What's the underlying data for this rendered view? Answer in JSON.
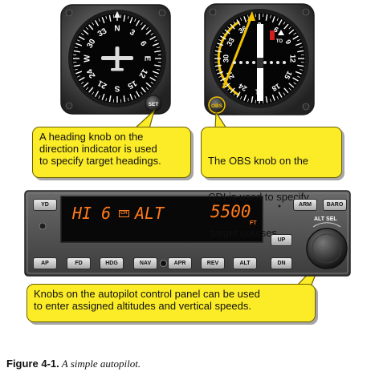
{
  "heading_indicator": {
    "cardinal_labels": [
      "N",
      "3",
      "6",
      "E",
      "12",
      "15",
      "S",
      "21",
      "24",
      "W",
      "30",
      "33"
    ],
    "set_knob_label": "SET"
  },
  "cdi": {
    "scale_labels": [
      "36",
      "3",
      "6",
      "9",
      "12",
      "15",
      "18",
      "21",
      "24",
      "27",
      "30",
      "33"
    ],
    "to_flag_label": "TO",
    "obs_knob_label": "OBS"
  },
  "callouts": {
    "heading_knob": {
      "line1": "A heading knob on the",
      "line2": "direction indicator is used",
      "line3": "to specify target headings."
    },
    "obs_knob": {
      "line1": "The OBS knob on the",
      "line2": "CDI is used to specify",
      "line3": " target courses."
    },
    "autopilot_knobs": {
      "line1": "Knobs on the autopilot control panel can be used",
      "line2": "to enter assigned altitudes and vertical speeds."
    }
  },
  "autopilot": {
    "display": {
      "mode_text": "HI 6",
      "mode_badge": "CR",
      "alt_text": "ALT",
      "altitude_value": "5500",
      "altitude_unit": "FT"
    },
    "buttons": {
      "yd": "YD",
      "arm": "ARM",
      "baro": "BARO",
      "up": "UP",
      "dn": "DN",
      "ap": "AP",
      "fd": "FD",
      "hdg": "HDG",
      "nav": "NAV",
      "apr": "APR",
      "rev": "REV",
      "alt": "ALT"
    },
    "knob_label": "ALT SEL"
  },
  "caption": {
    "figure_label": "Figure 4-1.",
    "figure_title": " A simple autopilot."
  },
  "colors": {
    "callout_fill": "#fbec27",
    "display_text": "#ff7a1a",
    "panel_gray": "#4a4a4a"
  }
}
